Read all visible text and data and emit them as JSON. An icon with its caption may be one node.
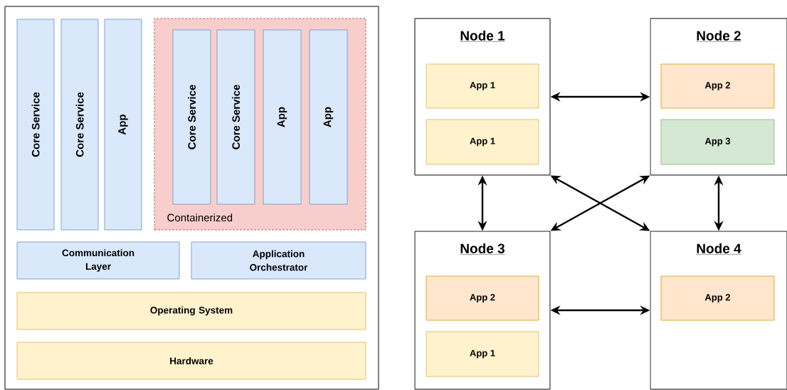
{
  "diagram": {
    "nodes": [
      {
        "text": [],
        "shape": "box"
      },
      {
        "text": [
          "Core Service"
        ],
        "in": 0
      },
      {
        "text": [
          "Core Service"
        ],
        "in": 0
      },
      {
        "text": [
          "App"
        ],
        "in": 0
      },
      {
        "text": [
          "Containerized"
        ],
        "in": 0
      },
      {
        "text": [
          "Core Service"
        ],
        "in": 4
      },
      {
        "text": [
          "Core Service"
        ],
        "in": 4
      },
      {
        "text": [
          "App"
        ],
        "in": 4
      },
      {
        "text": [
          "App"
        ],
        "in": 4
      },
      {
        "text": [
          "Communication Layer"
        ],
        "in": 0
      },
      {
        "text": [
          "Application Orchestrator"
        ],
        "in": 0
      },
      {
        "text": [
          "Operating System"
        ],
        "in": 0
      },
      {
        "text": [
          "Hardware"
        ],
        "in": 0
      },
      {
        "text": [
          "Node 1"
        ]
      },
      {
        "text": [
          "App 1"
        ],
        "in": 13
      },
      {
        "text": [
          "App 1"
        ],
        "in": 13
      },
      {
        "text": [
          "Node 2"
        ]
      },
      {
        "text": [
          "App 2"
        ],
        "in": 16
      },
      {
        "text": [
          "App 3"
        ],
        "in": 16
      },
      {
        "text": [
          "Node 3"
        ]
      },
      {
        "text": [
          "App 2"
        ],
        "in": 19
      },
      {
        "text": [
          "App 1"
        ],
        "in": 19
      },
      {
        "text": [
          "Node 4"
        ]
      },
      {
        "text": [
          "App 2"
        ],
        "in": 22
      }
    ],
    "edges": [
      {
        "from": 13,
        "to": 16,
        "arrow": "both"
      },
      {
        "from": 13,
        "to": 19,
        "arrow": "both"
      },
      {
        "from": 16,
        "to": 22,
        "arrow": "both"
      },
      {
        "from": 13,
        "to": 22,
        "arrow": "both"
      },
      {
        "from": 16,
        "to": 19,
        "arrow": "both"
      },
      {
        "from": 19,
        "to": 22,
        "arrow": "both"
      }
    ]
  }
}
